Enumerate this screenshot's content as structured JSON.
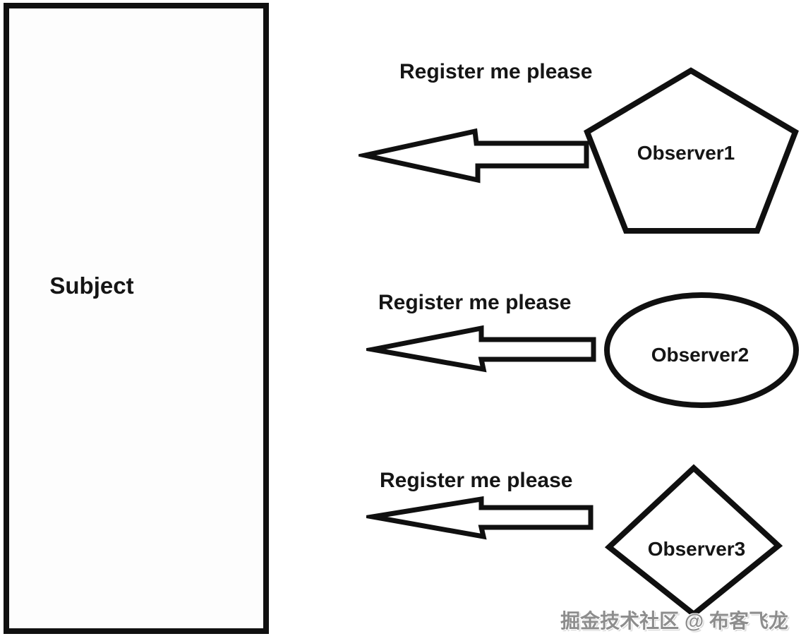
{
  "diagram": {
    "title_semantics": "Observer pattern registration diagram",
    "subject": {
      "label": "Subject"
    },
    "rows": [
      {
        "message": "Register me please",
        "observer": "Observer1",
        "shape": "pentagon"
      },
      {
        "message": "Register me please",
        "observer": "Observer2",
        "shape": "ellipse"
      },
      {
        "message": "Register me please",
        "observer": "Observer3",
        "shape": "diamond"
      }
    ],
    "arrow_direction": "left",
    "watermark": "掘金技术社区 @ 布客飞龙",
    "colors": {
      "ink": "#101010",
      "background": "#ffffff",
      "watermark": "#8d8d8d"
    }
  }
}
